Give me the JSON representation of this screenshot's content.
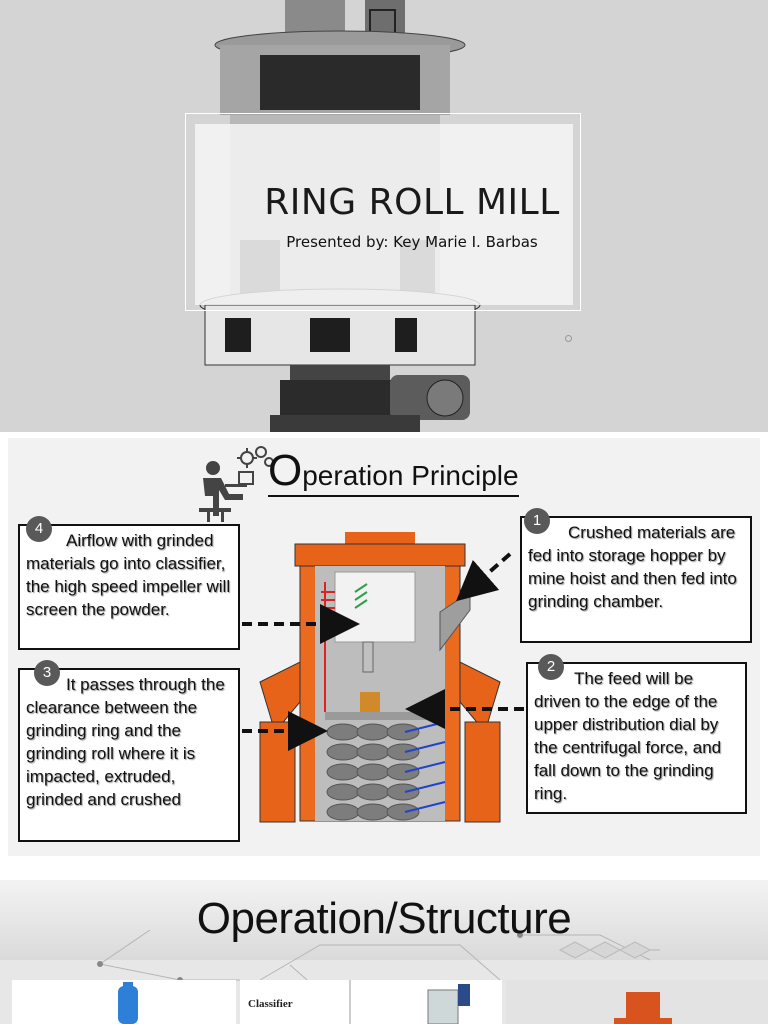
{
  "slide1": {
    "title": "RING ROLL MILL",
    "subtitle": "Presented by: Key Marie I. Barbas"
  },
  "slide2": {
    "title_initial": "O",
    "title_rest": "peration Principle",
    "steps": [
      {
        "number": "1",
        "text": "Crushed materials are fed into storage hopper by mine hoist and then fed into grinding chamber."
      },
      {
        "number": "2",
        "text": "The feed will be driven to the edge of the upper distribution dial by the centrifugal force, and fall down to the grinding ring."
      },
      {
        "number": "3",
        "text": "It passes through the clearance between the grinding ring and the grinding roll where it is impacted, extruded, grinded and crushed"
      },
      {
        "number": "4",
        "text": "Airflow with grinded materials go into classifier, the high speed impeller will screen the powder."
      }
    ]
  },
  "slide3": {
    "title": "Operation/Structure",
    "classifier_label": "Classifier"
  },
  "colors": {
    "machine_orange": "#e8631a",
    "badge_gray": "#595959",
    "slide_gray": "#d4d4d4"
  }
}
